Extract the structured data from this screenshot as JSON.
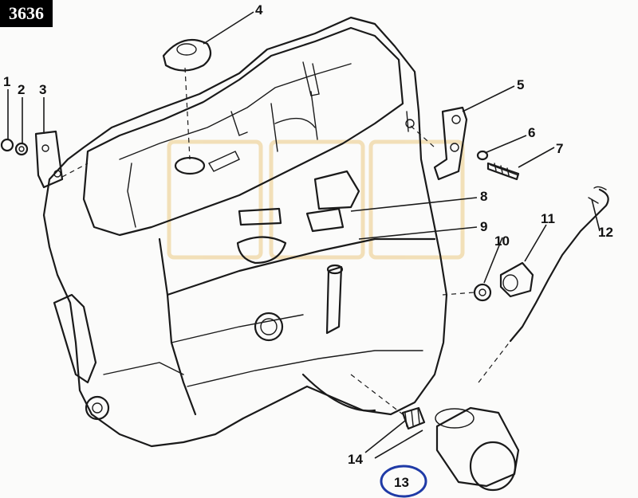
{
  "badge_number": "3636",
  "callouts": [
    {
      "id": "1",
      "label": "1"
    },
    {
      "id": "2",
      "label": "2"
    },
    {
      "id": "3",
      "label": "3"
    },
    {
      "id": "4",
      "label": "4"
    },
    {
      "id": "5",
      "label": "5"
    },
    {
      "id": "6",
      "label": "6"
    },
    {
      "id": "7",
      "label": "7"
    },
    {
      "id": "8",
      "label": "8"
    },
    {
      "id": "9",
      "label": "9"
    },
    {
      "id": "10",
      "label": "10"
    },
    {
      "id": "11",
      "label": "11"
    },
    {
      "id": "12",
      "label": "12"
    },
    {
      "id": "13",
      "label": "13"
    },
    {
      "id": "14",
      "label": "14"
    }
  ],
  "highlight": {
    "callout": "13",
    "color": "#1f3aa6"
  },
  "watermark_color": "#f0d9a8"
}
